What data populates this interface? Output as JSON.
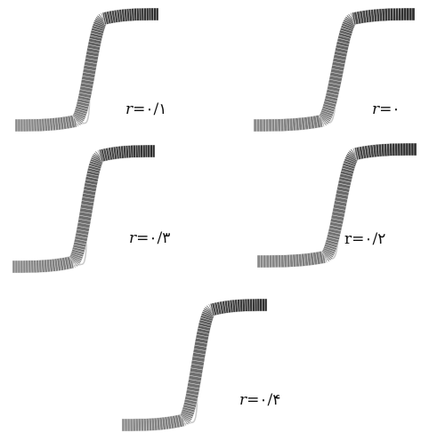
{
  "figure": {
    "curve_color_dark": "#2a2a2a",
    "curve_color_mid": "#8a8a8a",
    "reference_curve_color": "#c8c8c8",
    "panels": [
      {
        "id": "r-0",
        "symbol": "r=",
        "value": "۰",
        "variant": "normal"
      },
      {
        "id": "r-0-1",
        "symbol": "r=",
        "value": "۰/۱",
        "variant": "italic"
      },
      {
        "id": "r-0-2",
        "symbol": "r=",
        "value": "۰/۲",
        "variant": "normal"
      },
      {
        "id": "r-0-3",
        "symbol": "r=",
        "value": "۰/۳",
        "variant": "italic"
      },
      {
        "id": "r-0-4",
        "symbol": "r=",
        "value": "۰/۴",
        "variant": "italic"
      }
    ]
  }
}
